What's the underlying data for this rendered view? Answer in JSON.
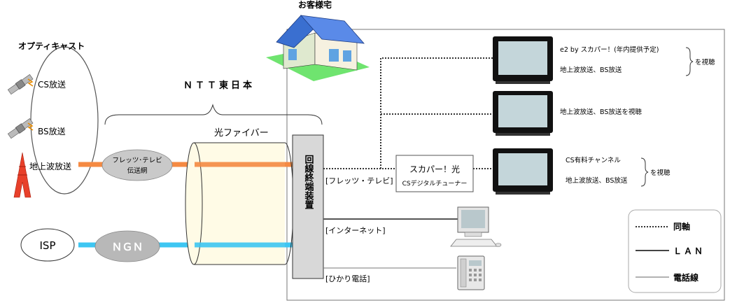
{
  "labels": {
    "customer_home": "お客様宅",
    "optical_cast": "オプティキャスト",
    "cs_broadcast": "CS放送",
    "bs_broadcast": "BS放送",
    "terrestrial": "地上波放送",
    "ntt_east": "ＮＴＴ東日本",
    "fiber": "光ファイバー",
    "flets_tv_network_line1": "フレッツ･テレビ",
    "flets_tv_network_line2": "伝送網",
    "isp": "ISP",
    "ngn": "ＮＧＮ",
    "onu_vertical": "回線終端装置",
    "port_flets_tv": "[フレッツ・テレビ]",
    "port_internet": "[インターネット]",
    "port_hikari_phone": "[ひかり電話]",
    "tuner_line1": "スカパー！光",
    "tuner_line2": "CSデジタルチューナー",
    "tv1_line1": "e2 by スカパー！(年内提供予定)",
    "tv1_line2": "地上波放送、BS放送",
    "tv1_watch": "を視聴",
    "tv2_line1": "地上波放送、BS放送を視聴",
    "tv3_line1": "CS有料チャンネル",
    "tv3_line2": "地上波放送、BS放送",
    "tv3_watch": "を視聴"
  },
  "legend": {
    "coax": "同軸",
    "lan": "ＬＡＮ",
    "phone_line": "電話線"
  },
  "colors": {
    "orange": "#f58a42",
    "cyan": "#3ec6f2",
    "onu_fill": "#d8d8d8",
    "house_roof": "#3a6fd0",
    "house_lawn": "#66e36a",
    "tower": "#e8402a"
  }
}
